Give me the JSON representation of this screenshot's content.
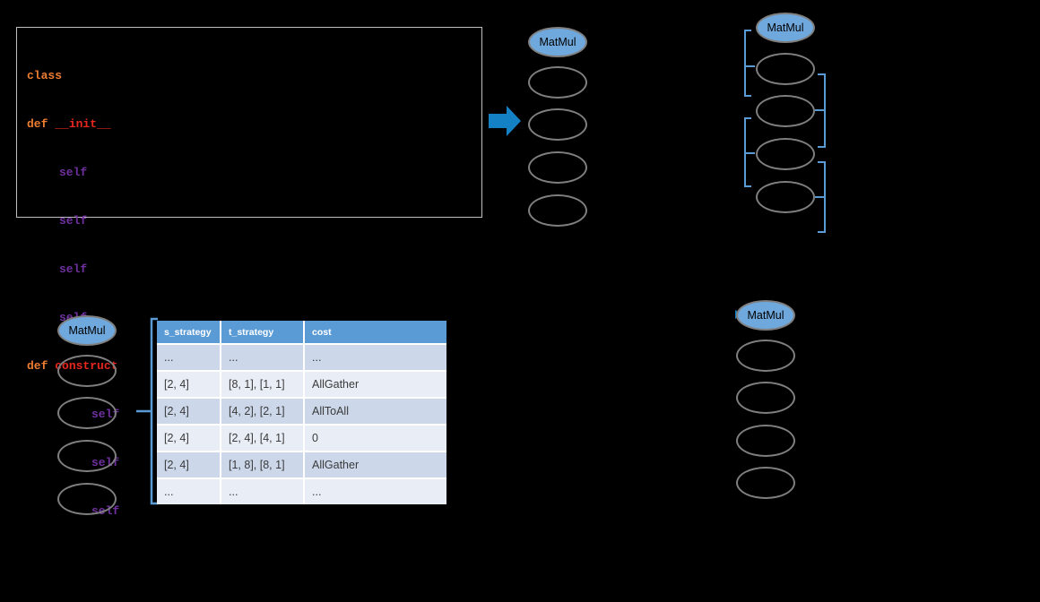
{
  "slide": {
    "background": "#000000"
  },
  "code_panel": {
    "lines": [
      {
        "kw": "class"
      },
      {
        "kw": "def ",
        "name": "__init__"
      },
      {
        "self": "self"
      },
      {
        "self": "self"
      },
      {
        "self": "self"
      },
      {
        "self": "self"
      },
      {
        "kw": "def ",
        "name": "construct"
      },
      {
        "self": "self"
      },
      {
        "self": "self"
      },
      {
        "self": "self"
      }
    ],
    "colors": {
      "keyword": "#ED7D31",
      "method_name": "#E8281E",
      "self_ref": "#7030A0",
      "border": "#BFBFBF"
    }
  },
  "graphs": {
    "top_middle": {
      "root_label": "MatMul",
      "empty_node_count": 4
    },
    "top_right": {
      "root_label": "MatMul",
      "empty_node_count": 4
    },
    "bottom_left": {
      "root_label": "MatMul",
      "empty_node_count": 4
    },
    "bottom_right": {
      "root_label": "MatMul",
      "empty_node_count": 4
    }
  },
  "strategy_table": {
    "headers": [
      "s_strategy",
      "t_strategy",
      "cost"
    ],
    "rows": [
      [
        "...",
        "...",
        "..."
      ],
      [
        "[2, 4]",
        "[8, 1], [1, 1]",
        "AllGather"
      ],
      [
        "[2, 4]",
        "[4, 2], [2, 1]",
        "AllToAll"
      ],
      [
        "[2, 4]",
        "[2, 4], [4, 1]",
        "0"
      ],
      [
        "[2, 4]",
        "[1, 8], [8, 1]",
        "AllGather"
      ],
      [
        "...",
        "...",
        "..."
      ]
    ],
    "header_color": "#5B9BD5",
    "row_color_dark": "#CCD8EA",
    "row_color_light": "#E9EEF6"
  },
  "icons": {
    "transform_arrow": "right-block-arrow",
    "group_brackets": "square-bracket-connector",
    "hidden_arrow_tip": "small-blue-arrowhead"
  },
  "colors": {
    "arrow_blue": "#1581C5",
    "bracket_blue": "#5B9BD5",
    "node_fill_blue": "#6FA8DC",
    "node_stroke_gray": "#7F7F7F"
  }
}
